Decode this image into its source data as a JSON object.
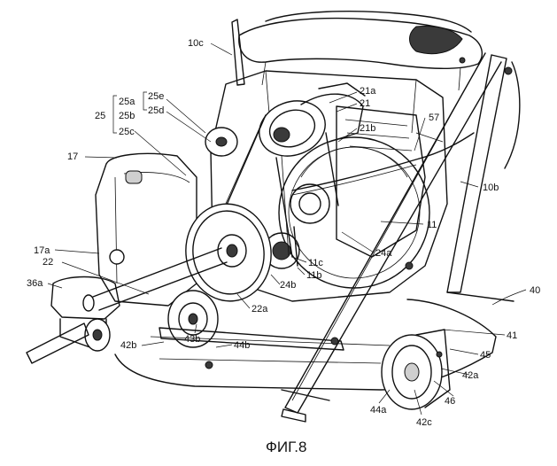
{
  "figure_caption": "ФИГ.8",
  "labels": {
    "l10c": "10c",
    "l21a": "21a",
    "l21": "21",
    "l25e": "25e",
    "l25d": "25d",
    "l25a": "25a",
    "l25": "25",
    "l25b": "25b",
    "l25c": "25c",
    "l57": "57",
    "l21b": "21b",
    "l17": "17",
    "l10b": "10b",
    "l11": "11",
    "l17a": "17a",
    "l24a": "24a",
    "l22": "22",
    "l11c": "11c",
    "l11b": "11b",
    "l36a": "36a",
    "l24b": "24b",
    "l40": "40",
    "l22a": "22a",
    "l43b": "43b",
    "l41": "41",
    "l42b": "42b",
    "l44b": "44b",
    "l45": "45",
    "l42a": "42a",
    "l46": "46",
    "l44a": "44a",
    "l42c": "42c"
  }
}
